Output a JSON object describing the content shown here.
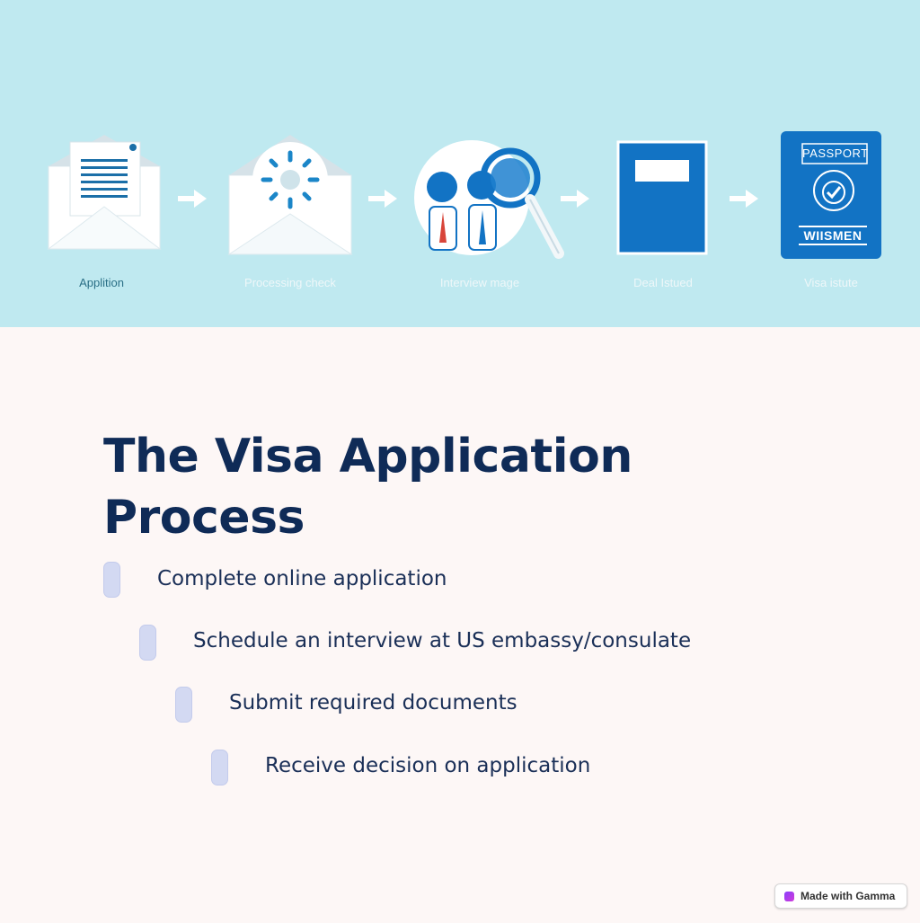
{
  "hero": {
    "steps": [
      {
        "caption": "Applition",
        "color": "#2a6f86"
      },
      {
        "caption": "Processing check",
        "color": "#eef7f9"
      },
      {
        "caption": "Interview mage",
        "color": "#eef7f9"
      },
      {
        "caption": "Deal Istued",
        "color": "#eef7f9"
      },
      {
        "caption": "Visa istute",
        "color": "#eef7f9"
      }
    ],
    "passport_top_text": "PASSPORT",
    "passport_bottom_text": "WIISMEN"
  },
  "title": "The Visa Application Process",
  "steps": [
    "Complete online application",
    "Schedule an interview at US embassy/consulate",
    "Submit required documents",
    "Receive decision on application"
  ],
  "badge": {
    "label": "Made with Gamma"
  },
  "colors": {
    "hero_bg": "#bfe9f0",
    "accent_blue": "#1273c4",
    "title": "#0f2b57",
    "bullet": "#d3d9f2",
    "page_bg": "#fdf7f6"
  }
}
